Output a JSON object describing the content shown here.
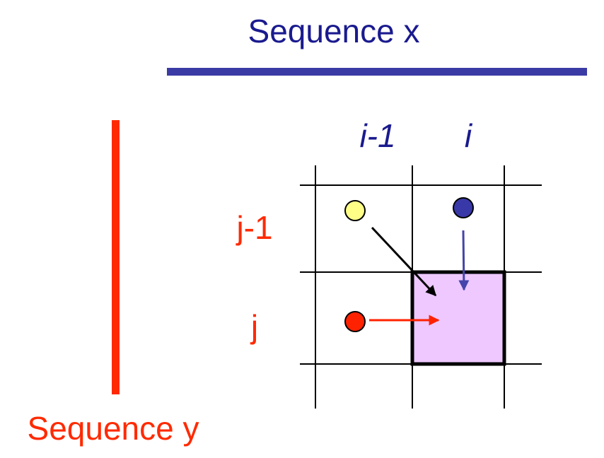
{
  "sequence_x_label": "Sequence x",
  "sequence_y_label": "Sequence y",
  "columns": [
    "i-1",
    "i"
  ],
  "rows": [
    "j-1",
    "j"
  ],
  "colors": {
    "sequence_x": "#1a1a8f",
    "sequence_x_bar": "#3b3ba6",
    "sequence_y": "#ff2a00",
    "column_label": "#1a1a8f",
    "row_label": "#ff2a00",
    "grid": "#000000",
    "target_cell_fill": "#eec8ff",
    "dot_diagonal": "#ffff88",
    "dot_up": "#3838a8",
    "dot_left": "#ff2200",
    "arrow_diagonal": "#000000",
    "arrow_up": "#4444aa",
    "arrow_left": "#ff2200"
  },
  "icons": {
    "diagonal_predecessor": "yellow-dot-icon",
    "up_predecessor": "blue-dot-icon",
    "left_predecessor": "red-dot-icon"
  }
}
